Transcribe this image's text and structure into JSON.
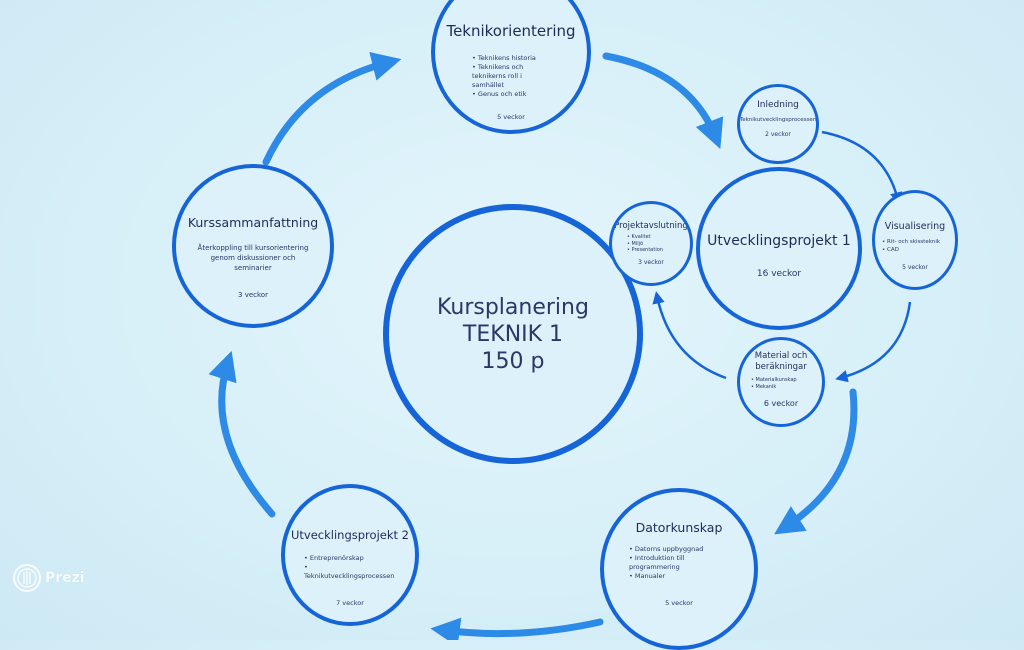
{
  "colors": {
    "background": "#d6eff8",
    "circle_stroke": "#1565d8",
    "big_arrow": "#2d8ae6",
    "small_arrow": "#1565d8",
    "text": "#1d2a5c"
  },
  "center": {
    "line1": "Kursplanering",
    "line2": "TEKNIK 1",
    "line3": "150 p"
  },
  "teknikorientering": {
    "title": "Teknikorientering",
    "items": [
      "Teknikens historia",
      "Teknikens och teknikerns roll i samhället",
      "Genus och etik"
    ],
    "duration": "5 veckor"
  },
  "kurssammanfattning": {
    "title": "Kurssammanfattning",
    "description": "Återkoppling till kursorientering genom diskussioner och seminarier",
    "duration": "3 veckor"
  },
  "utvecklingsprojekt2": {
    "title": "Utvecklingsprojekt 2",
    "items": [
      "Entreprenörskap",
      "Teknikutvecklingsprocessen"
    ],
    "duration": "7 veckor"
  },
  "datorkunskap": {
    "title": "Datorkunskap",
    "items": [
      "Datorns uppbyggnad",
      "Introduktion till programmering",
      "Manualer"
    ],
    "duration": "5 veckor"
  },
  "utvecklingsprojekt1": {
    "title": "Utvecklingsprojekt 1",
    "duration": "16 veckor"
  },
  "inledning": {
    "title": "Inledning",
    "description": "Teknikutvecklingsprocessen",
    "duration": "2 veckor"
  },
  "visualisering": {
    "title": "Visualisering",
    "items": [
      "Rit- och skissteknik",
      "CAD"
    ],
    "duration": "5 veckor"
  },
  "material": {
    "title": "Material och beräkningar",
    "items": [
      "Materialkunskap",
      "Mekanik"
    ],
    "duration": "6 veckor"
  },
  "projektavslutning": {
    "title": "Projektavslutning",
    "items": [
      "Kvalitet",
      "Miljö",
      "Presentation"
    ],
    "duration": "3 veckor"
  },
  "logo": {
    "text": "Prezi",
    "icon": "prezi-logo-icon"
  }
}
